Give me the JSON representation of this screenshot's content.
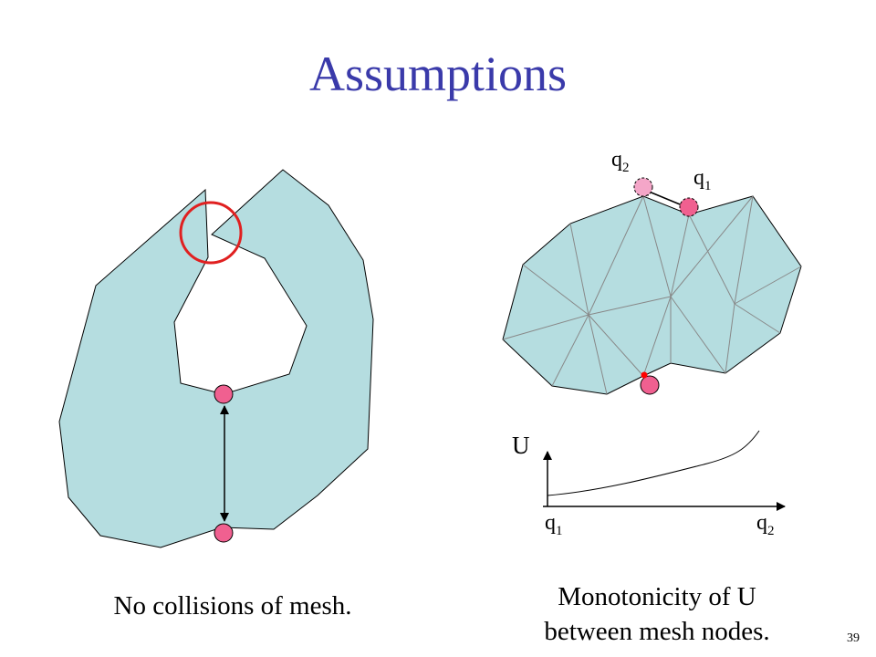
{
  "slide": {
    "title": "Assumptions",
    "page_number": "39"
  },
  "left_figure": {
    "caption": "No collisions of mesh."
  },
  "right_figure": {
    "label_q2_top": "q",
    "label_q2_top_sub": "2",
    "label_q1_top": "q",
    "label_q1_top_sub": "1",
    "caption_line1": "Monotonicity of U",
    "caption_line2": "between mesh nodes."
  },
  "graph": {
    "y_label": "U",
    "x_label_left": "q",
    "x_label_left_sub": "1",
    "x_label_right": "q",
    "x_label_right_sub": "2"
  },
  "colors": {
    "mesh_fill": "#b5dde0",
    "node_fill": "#f06090",
    "circle_highlight": "#e02020",
    "title": "#3a3aaa"
  }
}
